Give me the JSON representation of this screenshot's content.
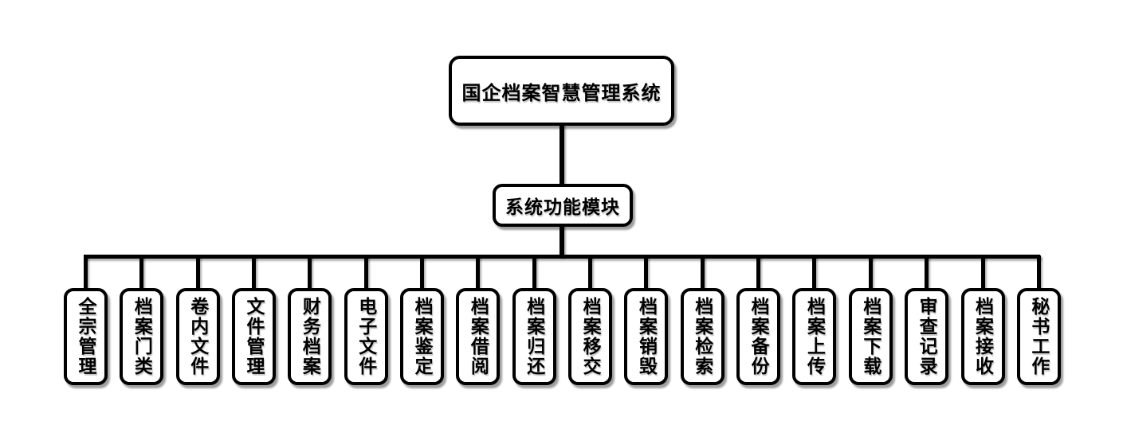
{
  "tree": {
    "root": "国企档案智慧管理系统",
    "middle": "系统功能模块",
    "children": [
      "全宗管理",
      "档案门类",
      "卷内文件",
      "文件管理",
      "财务档案",
      "电子文件",
      "档案鉴定",
      "档案借阅",
      "档案归还",
      "档案移交",
      "档案销毁",
      "档案检索",
      "档案备份",
      "档案上传",
      "档案下载",
      "审查记录",
      "档案接收",
      "秘书工作"
    ]
  },
  "colors": {
    "background": "#ffffff",
    "box_fill": "#ffffff",
    "box_border": "#000000",
    "line": "#000000",
    "text": "#000000",
    "shadow": "rgba(0,0,0,0.38)"
  }
}
